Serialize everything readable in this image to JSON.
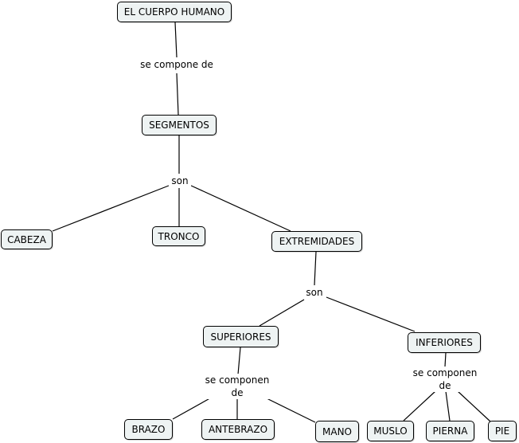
{
  "concepts": {
    "cuerpo": "EL CUERPO HUMANO",
    "segmentos": "SEGMENTOS",
    "cabeza": "CABEZA",
    "tronco": "TRONCO",
    "extremidades": "EXTREMIDADES",
    "superiores": "SUPERIORES",
    "inferiores": "INFERIORES",
    "brazo": "BRAZO",
    "antebrazo": "ANTEBRAZO",
    "mano": "MANO",
    "muslo": "MUSLO",
    "pierna": "PIERNA",
    "pie": "PIE"
  },
  "links": {
    "compone": "se compone de",
    "son_1": "son",
    "son_2": "son",
    "componen_sup_1": "se componen",
    "componen_sup_2": "de",
    "componen_inf_1": "se componen",
    "componen_inf_2": "de"
  },
  "colors": {
    "node_fill": "#eef3f3",
    "border": "#000000",
    "line": "#000000"
  }
}
